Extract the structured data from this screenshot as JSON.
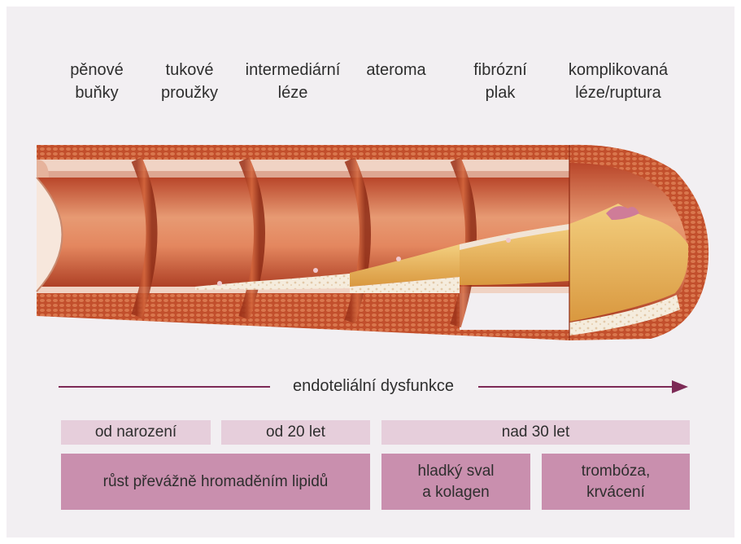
{
  "stages": [
    {
      "label": "pěnové\nbuňky"
    },
    {
      "label": "tukové\nproužky"
    },
    {
      "label": "intermediární\nléze"
    },
    {
      "label": "ateroma"
    },
    {
      "label": "fibrózní\nplak"
    },
    {
      "label": "komplikovaná\nléze/ruptura"
    }
  ],
  "timeline": {
    "label": "endoteliální dysfunkce"
  },
  "age_bands": [
    {
      "label": "od narození"
    },
    {
      "label": "od 20 let"
    },
    {
      "label": "nad 30 let"
    }
  ],
  "growth_types": [
    {
      "label": "růst převážně hromaděním lipidů"
    },
    {
      "label": "hladký sval\na kolagen"
    },
    {
      "label": "trombóza,\nkrvácení"
    }
  ],
  "colors": {
    "panel_bg": "#f2eff2",
    "arrow": "#7d2a56",
    "age_band_bg": "#e6cedb",
    "growth_bg": "#c98fae",
    "vessel_wall": "#c8532e",
    "vessel_lumen": "#e08a63",
    "plaque": "#e7b45e",
    "foam": "#f4eadb"
  },
  "icons": [
    "artery-illustration"
  ]
}
